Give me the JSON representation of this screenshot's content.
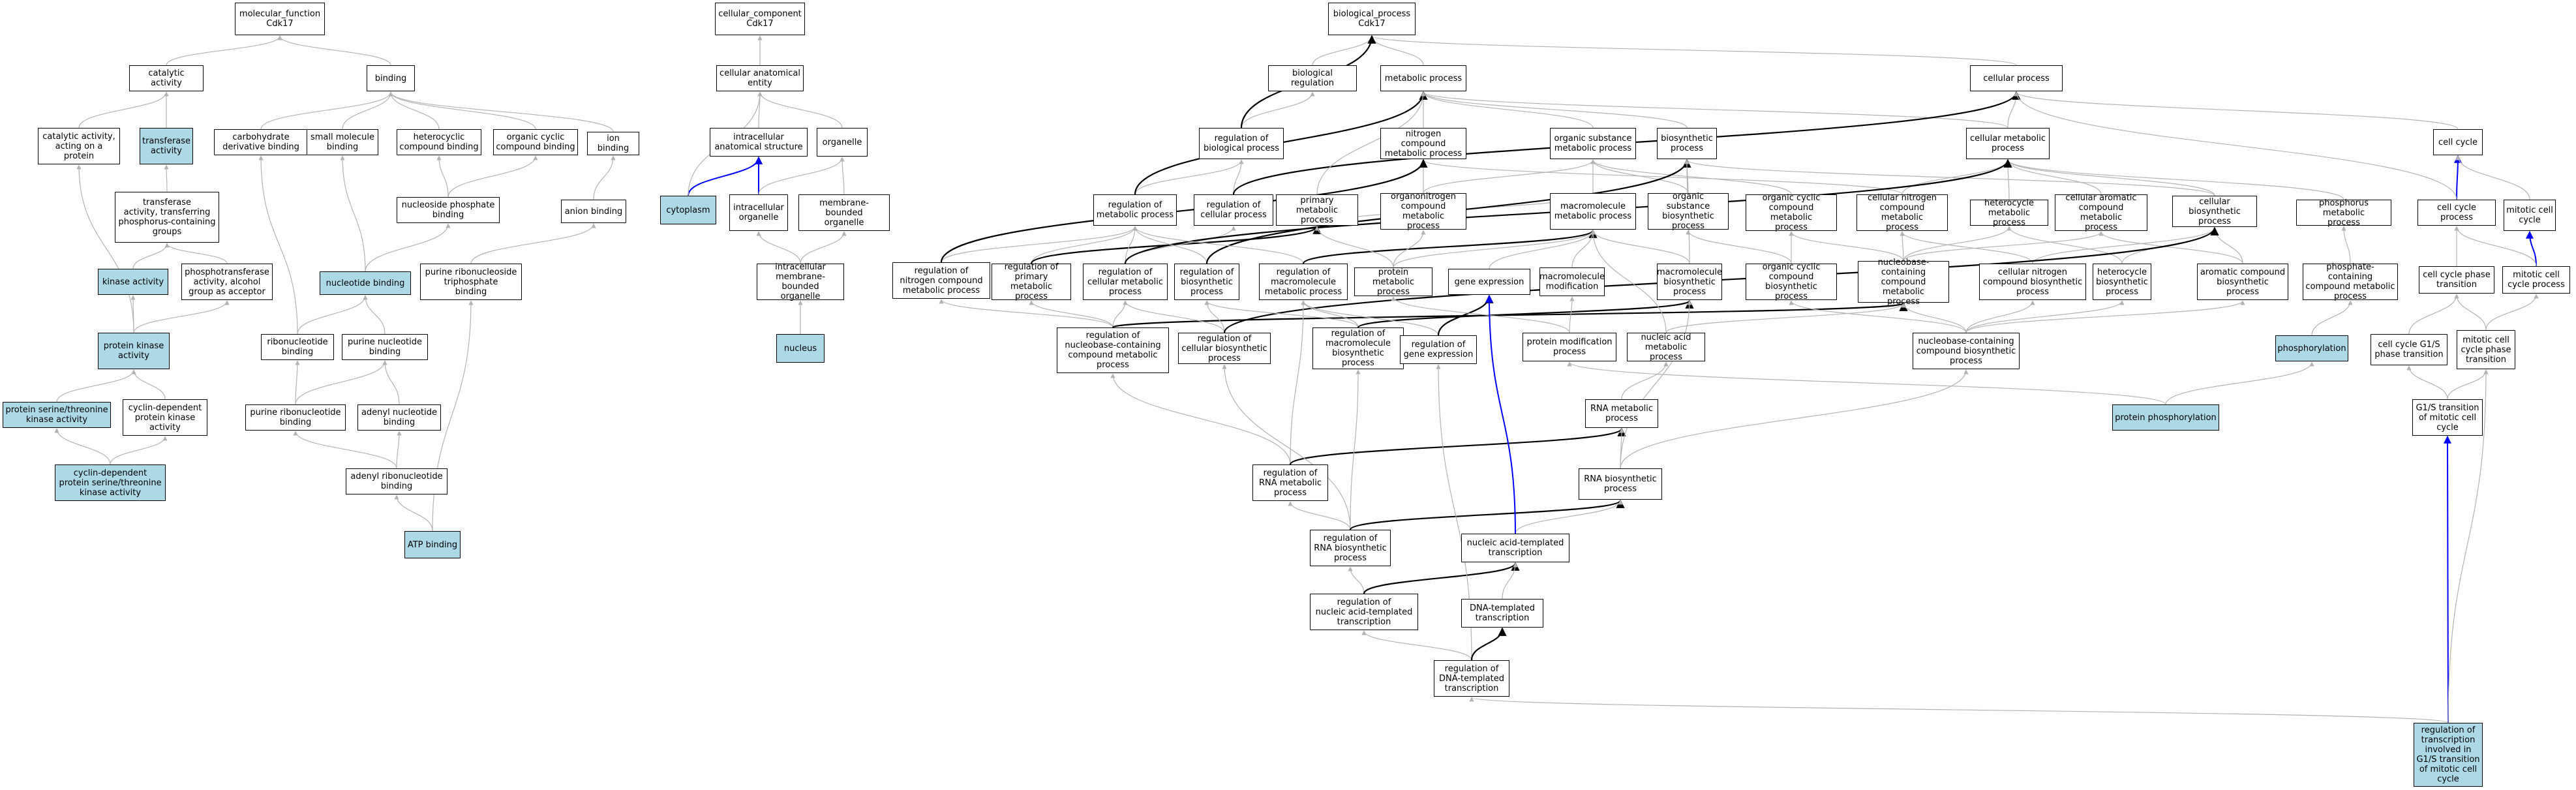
{
  "colors": {
    "highlight": "#add8e6",
    "edge_default": "#b3b3b3",
    "edge_blue": "#0000ff",
    "edge_black": "#000000"
  },
  "nodes": [
    {
      "id": "mf_cdk17",
      "label": "molecular_function\nCdk17",
      "highlight": false
    },
    {
      "id": "catalytic",
      "label": "catalytic activity",
      "highlight": false
    },
    {
      "id": "binding",
      "label": "binding",
      "highlight": false
    },
    {
      "id": "cat_protein",
      "label": "catalytic activity,\nacting on a\nprotein",
      "highlight": false
    },
    {
      "id": "transferase",
      "label": "transferase\nactivity",
      "highlight": true
    },
    {
      "id": "carbo_bind",
      "label": "carbohydrate\nderivative binding",
      "highlight": false
    },
    {
      "id": "small_mol_bind",
      "label": "small molecule\nbinding",
      "highlight": false
    },
    {
      "id": "heterocyclic_bind",
      "label": "heterocyclic\ncompound binding",
      "highlight": false
    },
    {
      "id": "org_cyclic_bind",
      "label": "organic cyclic\ncompound binding",
      "highlight": false
    },
    {
      "id": "ion_bind",
      "label": "ion binding",
      "highlight": false
    },
    {
      "id": "transferase_p",
      "label": "transferase\nactivity, transferring\nphosphorus-containing\ngroups",
      "highlight": false
    },
    {
      "id": "nucleoside_p_bind",
      "label": "nucleoside phosphate\nbinding",
      "highlight": false
    },
    {
      "id": "anion_bind",
      "label": "anion binding",
      "highlight": false
    },
    {
      "id": "kinase",
      "label": "kinase activity",
      "highlight": true
    },
    {
      "id": "phosphotransferase",
      "label": "phosphotransferase\nactivity, alcohol\ngroup as acceptor",
      "highlight": false
    },
    {
      "id": "nucleotide_bind",
      "label": "nucleotide binding",
      "highlight": true
    },
    {
      "id": "purine_ntp_bind",
      "label": "purine ribonucleoside\ntriphosphate\nbinding",
      "highlight": false
    },
    {
      "id": "protein_kinase",
      "label": "protein kinase\nactivity",
      "highlight": true
    },
    {
      "id": "ribonucleotide_bind",
      "label": "ribonucleotide\nbinding",
      "highlight": false
    },
    {
      "id": "purine_nt_bind",
      "label": "purine nucleotide\nbinding",
      "highlight": false
    },
    {
      "id": "ser_thr_kinase",
      "label": "protein serine/threonine\nkinase activity",
      "highlight": true
    },
    {
      "id": "cdk_activity",
      "label": "cyclin-dependent\nprotein kinase\nactivity",
      "highlight": false
    },
    {
      "id": "purine_ribo_bind",
      "label": "purine ribonucleotide\nbinding",
      "highlight": false
    },
    {
      "id": "adenyl_nt_bind",
      "label": "adenyl nucleotide\nbinding",
      "highlight": false
    },
    {
      "id": "cdk_ser_thr",
      "label": "cyclin-dependent\nprotein serine/threonine\nkinase activity",
      "highlight": true
    },
    {
      "id": "adenyl_ribo_bind",
      "label": "adenyl ribonucleotide\nbinding",
      "highlight": false
    },
    {
      "id": "atp_bind",
      "label": "ATP binding",
      "highlight": true
    },
    {
      "id": "cc_cdk17",
      "label": "cellular_component\nCdk17",
      "highlight": false
    },
    {
      "id": "cell_anat",
      "label": "cellular anatomical\nentity",
      "highlight": false
    },
    {
      "id": "intracell_anat",
      "label": "intracellular\nanatomical structure",
      "highlight": false
    },
    {
      "id": "organelle",
      "label": "organelle",
      "highlight": false
    },
    {
      "id": "cytoplasm",
      "label": "cytoplasm",
      "highlight": true
    },
    {
      "id": "intracell_organelle",
      "label": "intracellular\norganelle",
      "highlight": false
    },
    {
      "id": "membrane_organelle",
      "label": "membrane-bounded\norganelle",
      "highlight": false
    },
    {
      "id": "intracell_mb_organelle",
      "label": "intracellular\nmembrane-bounded\norganelle",
      "highlight": false
    },
    {
      "id": "nucleus",
      "label": "nucleus",
      "highlight": true
    },
    {
      "id": "bp_cdk17",
      "label": "biological_process\nCdk17",
      "highlight": false
    },
    {
      "id": "bio_reg",
      "label": "biological regulation",
      "highlight": false
    },
    {
      "id": "metabolic",
      "label": "metabolic process",
      "highlight": false
    },
    {
      "id": "cellular_process",
      "label": "cellular process",
      "highlight": false
    },
    {
      "id": "reg_bio",
      "label": "regulation of\nbiological process",
      "highlight": false
    },
    {
      "id": "nitrogen_met",
      "label": "nitrogen compound\nmetabolic process",
      "highlight": false
    },
    {
      "id": "org_subst_met",
      "label": "organic substance\nmetabolic process",
      "highlight": false
    },
    {
      "id": "biosynthetic",
      "label": "biosynthetic\nprocess",
      "highlight": false
    },
    {
      "id": "cell_met",
      "label": "cellular metabolic\nprocess",
      "highlight": false
    },
    {
      "id": "cell_cycle",
      "label": "cell cycle",
      "highlight": false
    },
    {
      "id": "reg_met",
      "label": "regulation of\nmetabolic process",
      "highlight": false
    },
    {
      "id": "reg_cell",
      "label": "regulation of\ncellular process",
      "highlight": false
    },
    {
      "id": "primary_met",
      "label": "primary metabolic\nprocess",
      "highlight": false
    },
    {
      "id": "organonitrogen_met",
      "label": "organonitrogen\ncompound metabolic\nprocess",
      "highlight": false
    },
    {
      "id": "macromol_met",
      "label": "macromolecule\nmetabolic process",
      "highlight": false
    },
    {
      "id": "org_subst_bio",
      "label": "organic substance\nbiosynthetic\nprocess",
      "highlight": false
    },
    {
      "id": "org_cyclic_met",
      "label": "organic cyclic\ncompound metabolic\nprocess",
      "highlight": false
    },
    {
      "id": "cell_nitrogen_met",
      "label": "cellular nitrogen\ncompound metabolic\nprocess",
      "highlight": false
    },
    {
      "id": "heterocycle_met",
      "label": "heterocycle\nmetabolic process",
      "highlight": false
    },
    {
      "id": "cell_aromatic_met",
      "label": "cellular aromatic\ncompound metabolic\nprocess",
      "highlight": false
    },
    {
      "id": "cell_biosynthetic",
      "label": "cellular biosynthetic\nprocess",
      "highlight": false
    },
    {
      "id": "phosphorus_met",
      "label": "phosphorus metabolic\nprocess",
      "highlight": false
    },
    {
      "id": "cell_cycle_proc",
      "label": "cell cycle process",
      "highlight": false
    },
    {
      "id": "mitotic_cycle",
      "label": "mitotic cell\ncycle",
      "highlight": false
    },
    {
      "id": "reg_nitrogen_met",
      "label": "regulation of\nnitrogen compound\nmetabolic process",
      "highlight": false
    },
    {
      "id": "reg_primary_met",
      "label": "regulation of\nprimary metabolic\nprocess",
      "highlight": false
    },
    {
      "id": "reg_cell_met",
      "label": "regulation of\ncellular metabolic\nprocess",
      "highlight": false
    },
    {
      "id": "reg_biosynthetic",
      "label": "regulation of\nbiosynthetic\nprocess",
      "highlight": false
    },
    {
      "id": "reg_macromol_met",
      "label": "regulation of\nmacromolecule\nmetabolic process",
      "highlight": false
    },
    {
      "id": "protein_met",
      "label": "protein metabolic\nprocess",
      "highlight": false
    },
    {
      "id": "gene_expr",
      "label": "gene expression",
      "highlight": false
    },
    {
      "id": "macromol_mod",
      "label": "macromolecule\nmodification",
      "highlight": false
    },
    {
      "id": "macromol_bio",
      "label": "macromolecule\nbiosynthetic\nprocess",
      "highlight": false
    },
    {
      "id": "org_cyclic_bio",
      "label": "organic cyclic\ncompound biosynthetic\nprocess",
      "highlight": false
    },
    {
      "id": "nucleobase_met",
      "label": "nucleobase-containing\ncompound metabolic\nprocess",
      "highlight": false
    },
    {
      "id": "cell_nitrogen_bio",
      "label": "cellular nitrogen\ncompound biosynthetic\nprocess",
      "highlight": false
    },
    {
      "id": "heterocycle_bio",
      "label": "heterocycle\nbiosynthetic\nprocess",
      "highlight": false
    },
    {
      "id": "aromatic_bio",
      "label": "aromatic compound\nbiosynthetic\nprocess",
      "highlight": false
    },
    {
      "id": "phosphate_met",
      "label": "phosphate-containing\ncompound metabolic\nprocess",
      "highlight": false
    },
    {
      "id": "cell_cycle_phase",
      "label": "cell cycle phase\ntransition",
      "highlight": false
    },
    {
      "id": "mitotic_cell_proc",
      "label": "mitotic cell\ncycle process",
      "highlight": false
    },
    {
      "id": "reg_nucleobase_met",
      "label": "regulation of\nnucleobase-containing\ncompound metabolic\nprocess",
      "highlight": false
    },
    {
      "id": "reg_cell_bio",
      "label": "regulation of\ncellular biosynthetic\nprocess",
      "highlight": false
    },
    {
      "id": "reg_macromol_bio",
      "label": "regulation of\nmacromolecule\nbiosynthetic\nprocess",
      "highlight": false
    },
    {
      "id": "reg_gene_expr",
      "label": "regulation of\ngene expression",
      "highlight": false
    },
    {
      "id": "protein_mod",
      "label": "protein modification\nprocess",
      "highlight": false
    },
    {
      "id": "nucleic_met",
      "label": "nucleic acid\nmetabolic process",
      "highlight": false
    },
    {
      "id": "nucleobase_bio",
      "label": "nucleobase-containing\ncompound biosynthetic\nprocess",
      "highlight": false
    },
    {
      "id": "phosphorylation",
      "label": "phosphorylation",
      "highlight": true
    },
    {
      "id": "g1s_phase",
      "label": "cell cycle G1/S\nphase transition",
      "highlight": false
    },
    {
      "id": "mitotic_phase",
      "label": "mitotic cell\ncycle phase\ntransition",
      "highlight": false
    },
    {
      "id": "rna_met",
      "label": "RNA metabolic\nprocess",
      "highlight": false
    },
    {
      "id": "protein_phos",
      "label": "protein phosphorylation",
      "highlight": true
    },
    {
      "id": "g1s_mitotic",
      "label": "G1/S transition\nof mitotic cell\ncycle",
      "highlight": false
    },
    {
      "id": "reg_rna_met",
      "label": "regulation of\nRNA metabolic\nprocess",
      "highlight": false
    },
    {
      "id": "rna_bio",
      "label": "RNA biosynthetic\nprocess",
      "highlight": false
    },
    {
      "id": "reg_rna_bio",
      "label": "regulation of\nRNA biosynthetic\nprocess",
      "highlight": false
    },
    {
      "id": "na_transcription",
      "label": "nucleic acid-templated\ntranscription",
      "highlight": false
    },
    {
      "id": "reg_na_transcription",
      "label": "regulation of\nnucleic acid-templated\ntranscription",
      "highlight": false
    },
    {
      "id": "dna_transcription",
      "label": "DNA-templated\ntranscription",
      "highlight": false
    },
    {
      "id": "reg_dna_transcription",
      "label": "regulation of\nDNA-templated\ntranscription",
      "highlight": false
    },
    {
      "id": "reg_transcription_g1s",
      "label": "regulation of\ntranscription\ninvolved in\nG1/S transition\nof mitotic cell\ncycle",
      "highlight": true
    }
  ]
}
